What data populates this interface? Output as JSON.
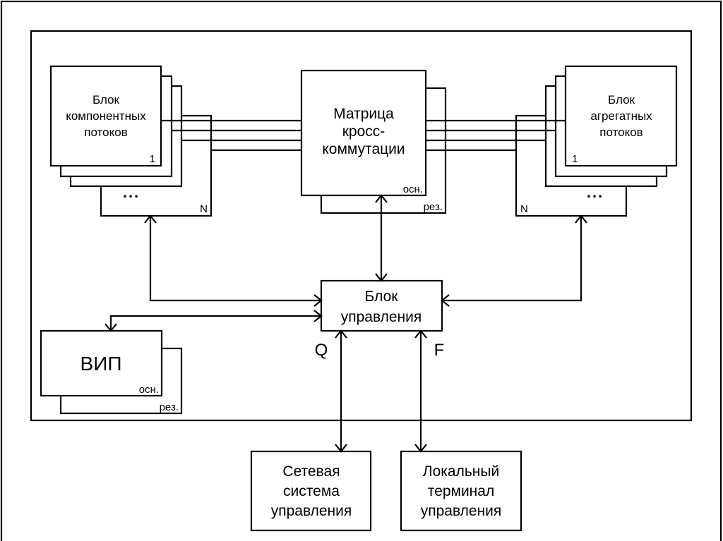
{
  "diagram": {
    "component_block": {
      "lines": [
        "Блок",
        "компонентных",
        "потоков"
      ],
      "first_index": "1",
      "last_index": "N",
      "ellipsis": "..."
    },
    "aggregate_block": {
      "lines": [
        "Блок",
        "агрегатных",
        "потоков"
      ],
      "first_index": "1",
      "last_index": "N",
      "ellipsis": "..."
    },
    "cross_matrix": {
      "lines": [
        "Матрица",
        "кросс-",
        "коммутации"
      ],
      "main_tag": "осн.",
      "reserve_tag": "рез."
    },
    "control_block": {
      "lines": [
        "Блок",
        "управления"
      ]
    },
    "power_block": {
      "label": "ВИП",
      "main_tag": "осн.",
      "reserve_tag": "рез."
    },
    "interface_labels": {
      "q": "Q",
      "f": "F"
    },
    "network_management": {
      "lines": [
        "Сетевая",
        "система",
        "управления"
      ]
    },
    "local_terminal": {
      "lines": [
        "Локальный",
        "терминал",
        "управления"
      ]
    }
  }
}
